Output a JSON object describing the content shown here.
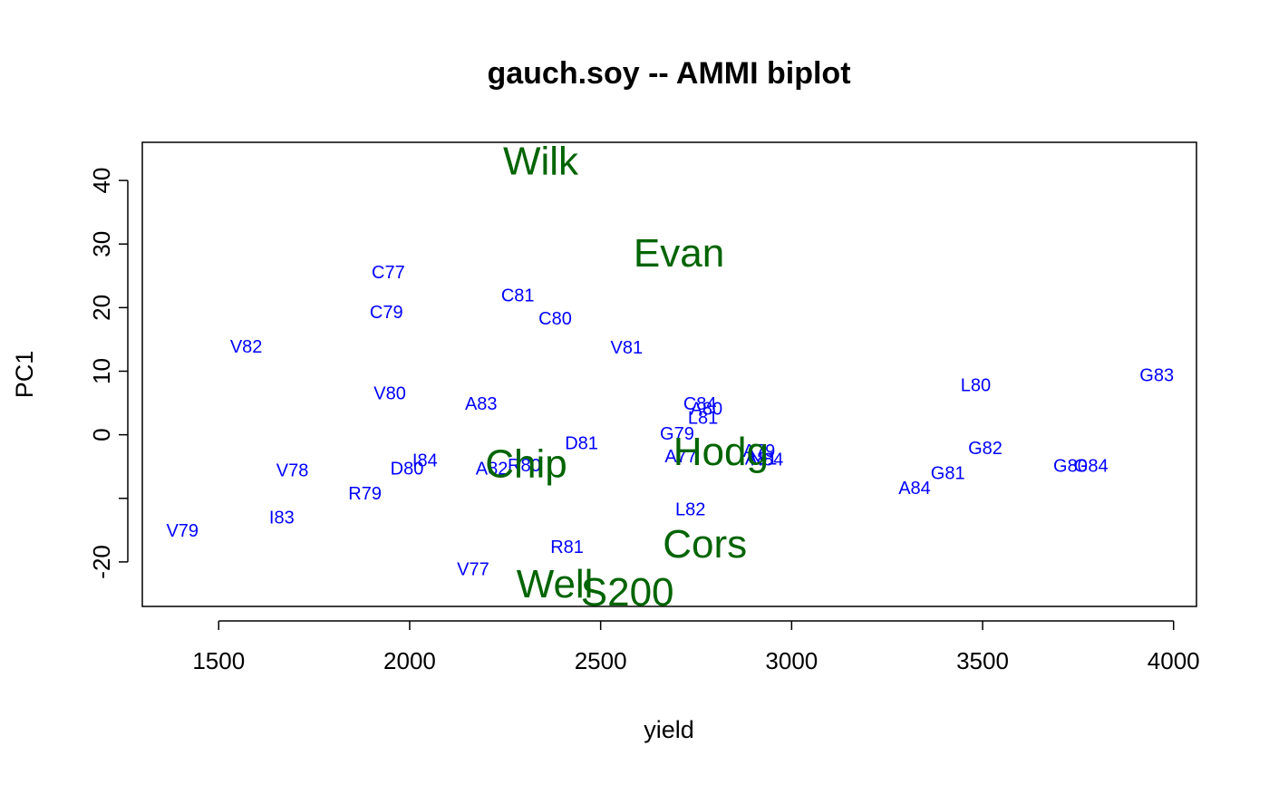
{
  "chart_data": {
    "type": "scatter",
    "title": "gauch.soy -- AMMI biplot",
    "xlabel": "yield",
    "ylabel": "PC1",
    "xlim": [
      1300,
      4060
    ],
    "ylim": [
      -27,
      46
    ],
    "xticks": [
      1500,
      2000,
      2500,
      3000,
      3500,
      4000
    ],
    "yticks": [
      -20,
      -10,
      0,
      10,
      20,
      30,
      40
    ],
    "ytick_labels": [
      "-20",
      "",
      "0",
      "10",
      "20",
      "30",
      "40"
    ],
    "grid": false,
    "colors": {
      "environment": "#0000ff",
      "genotype": "#006400"
    },
    "series": [
      {
        "name": "",
        "kind": "environment",
        "points": [
          {
            "label": "C77",
            "x": 1944,
            "y": 25.5
          },
          {
            "label": "C79",
            "x": 1939,
            "y": 19.2
          },
          {
            "label": "C81",
            "x": 2283,
            "y": 21.8
          },
          {
            "label": "C80",
            "x": 2381,
            "y": 18.2
          },
          {
            "label": "V82",
            "x": 1572,
            "y": 13.8
          },
          {
            "label": "V81",
            "x": 2568,
            "y": 13.6
          },
          {
            "label": "V80",
            "x": 1948,
            "y": 6.4
          },
          {
            "label": "A83",
            "x": 2187,
            "y": 4.8
          },
          {
            "label": "L80",
            "x": 3482,
            "y": 7.7
          },
          {
            "label": "G83",
            "x": 3956,
            "y": 9.3
          },
          {
            "label": "C84",
            "x": 2760,
            "y": 4.8
          },
          {
            "label": "A80",
            "x": 2777,
            "y": 4.0
          },
          {
            "label": "L81",
            "x": 2768,
            "y": 2.6
          },
          {
            "label": "G79",
            "x": 2700,
            "y": 0.1
          },
          {
            "label": "D81",
            "x": 2450,
            "y": -1.4
          },
          {
            "label": "G82",
            "x": 3507,
            "y": -2.2
          },
          {
            "label": "A77",
            "x": 2710,
            "y": -3.5
          },
          {
            "label": "A79",
            "x": 2915,
            "y": -2.6
          },
          {
            "label": "A81",
            "x": 2920,
            "y": -3.8
          },
          {
            "label": "N84",
            "x": 2935,
            "y": -4.0
          },
          {
            "label": "I84",
            "x": 2040,
            "y": -4.1
          },
          {
            "label": "D80",
            "x": 1993,
            "y": -5.4
          },
          {
            "label": "A82",
            "x": 2215,
            "y": -5.4
          },
          {
            "label": "R80",
            "x": 2300,
            "y": -4.9
          },
          {
            "label": "V78",
            "x": 1693,
            "y": -5.7
          },
          {
            "label": "G81",
            "x": 3409,
            "y": -6.1
          },
          {
            "label": "G80",
            "x": 3730,
            "y": -5.0
          },
          {
            "label": "G84",
            "x": 3784,
            "y": -5.0
          },
          {
            "label": "A84",
            "x": 3322,
            "y": -8.5
          },
          {
            "label": "R79",
            "x": 1883,
            "y": -9.3
          },
          {
            "label": "L82",
            "x": 2735,
            "y": -11.8
          },
          {
            "label": "I83",
            "x": 1665,
            "y": -13.1
          },
          {
            "label": "V79",
            "x": 1405,
            "y": -15.2
          },
          {
            "label": "R81",
            "x": 2412,
            "y": -17.7
          },
          {
            "label": "V77",
            "x": 2166,
            "y": -21.2
          }
        ]
      },
      {
        "name": "",
        "kind": "genotype",
        "points": [
          {
            "label": "Wilk",
            "x": 2343,
            "y": 43.0
          },
          {
            "label": "Evan",
            "x": 2705,
            "y": 28.5
          },
          {
            "label": "Chip",
            "x": 2305,
            "y": -4.6
          },
          {
            "label": "Hodg",
            "x": 2815,
            "y": -2.7
          },
          {
            "label": "Cors",
            "x": 2773,
            "y": -17.2
          },
          {
            "label": "Well",
            "x": 2380,
            "y": -23.5
          },
          {
            "label": "S200",
            "x": 2570,
            "y": -24.8
          }
        ]
      }
    ]
  }
}
